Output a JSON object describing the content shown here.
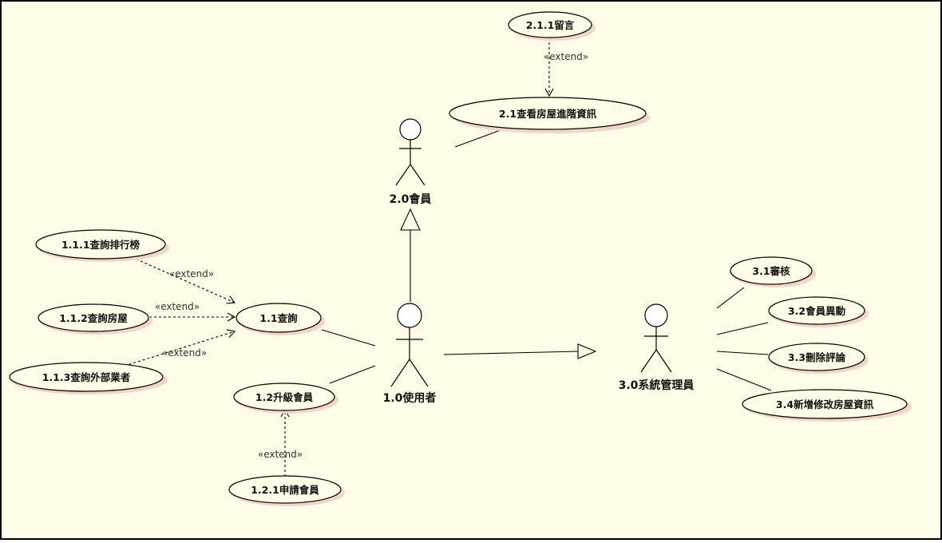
{
  "colors": {
    "background": "#fffbe6",
    "frame": "#000000",
    "shadow": "#f1d6c8",
    "ellipse_fill": "#fffde8"
  },
  "actors": {
    "member": "2.0會員",
    "user": "1.0使用者",
    "admin": "3.0系統管理員"
  },
  "use_cases": {
    "uc_2_1_1": "2.1.1留言",
    "uc_2_1": "2.1查看房屋進階資訊",
    "uc_1_1_1": "1.1.1查詢排行榜",
    "uc_1_1_2": "1.1.2查詢房屋",
    "uc_1_1_3": "1.1.3查詢外部業者",
    "uc_1_1": "1.1查詢",
    "uc_1_2": "1.2升級會員",
    "uc_1_2_1": "1.2.1申請會員",
    "uc_3_1": "3.1審核",
    "uc_3_2": "3.2會員異動",
    "uc_3_3": "3.3刪除評論",
    "uc_3_4": "3.4新增修改房屋資訊"
  },
  "relations": {
    "extend_label": "«extend»"
  }
}
